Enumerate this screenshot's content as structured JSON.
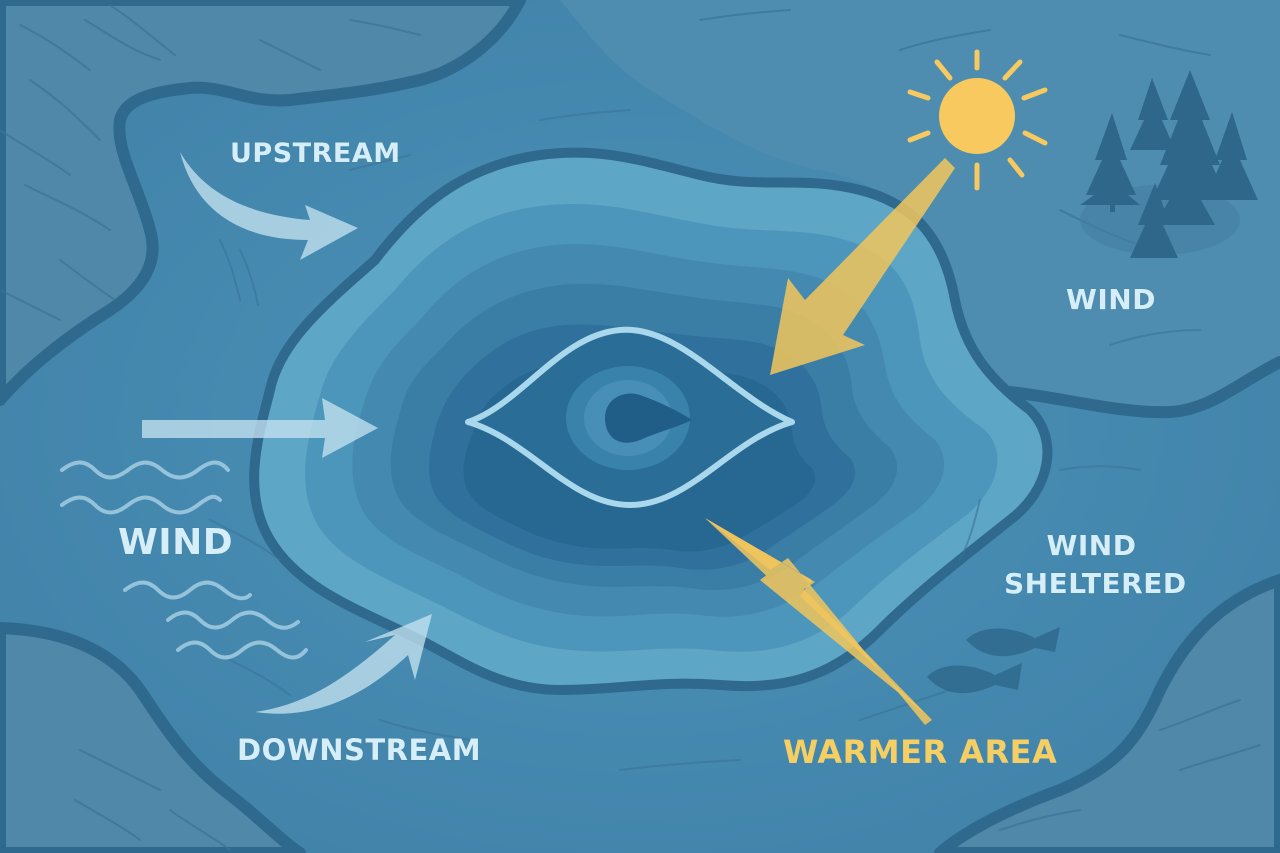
{
  "diagram": {
    "type": "illustrated lake map",
    "labels": {
      "upstream": "UPSTREAM",
      "wind_left": "WIND",
      "downstream": "DOWNSTREAM",
      "wind_right": "WIND",
      "wind_sheltered_line1": "WIND",
      "wind_sheltered_line2": "SHELTERED",
      "warmer_area": "WARMER AREA"
    },
    "icons": [
      "sun-icon",
      "tree-cluster-icon",
      "fish-icon",
      "wave-icon",
      "arrow-icon",
      "eye-hotspot-icon"
    ],
    "colors": {
      "land": "#4f88a9",
      "water": "#4a8fb6",
      "shoreline": "#2f6a8e",
      "depth_light": "#5ea6c6",
      "depth_mid": "#3b81a8",
      "depth_deep": "#22628a",
      "hotspot_outline": "#a9d8ec",
      "label_light": "#d6eef8",
      "sun": "#f7c95e",
      "warm_arrow": "#f2c55c",
      "trees": "#2e6789",
      "fish": "#2f6a8e"
    }
  }
}
